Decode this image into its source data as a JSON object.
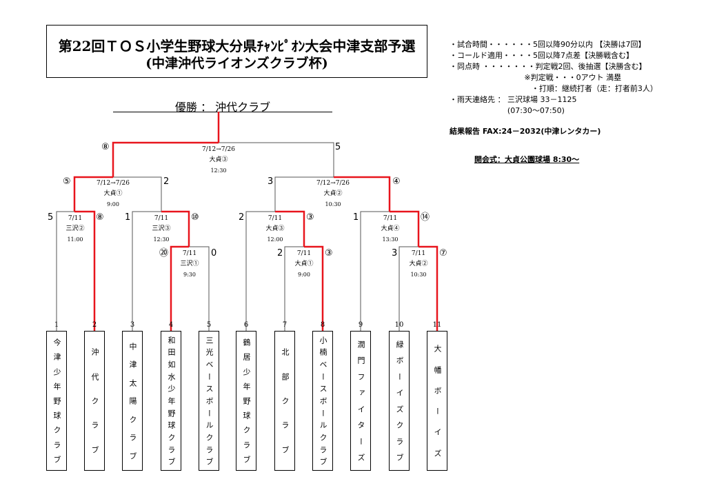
{
  "title": {
    "line1": "第22回ＴＯＳ小学生野球大分県ﾁｬﾝﾋﾟｵﾝ大会中津支部予選",
    "line2": "(中津沖代ライオンズクラブ杯)"
  },
  "rules": [
    "・試合時間・・・・・・5回以降90分以内 【決勝は7回】",
    "・コールド適用・・・・5回以降7点差【決勝戦含む】",
    "・同点時 ・・・・・・・判定戦2回、後抽選【決勝含む】",
    "                               ※判定戦・・・0アウト 満塁",
    "                                  ・打順：継続打者（走：打者前3人）",
    "・雨天連絡先 ： 三沢球場 33－1125",
    "                        (07:30～07:50)"
  ],
  "fax": "結果報告 FAX:24－2032(中津レンタカー)",
  "opening": "開会式：大貞公園球場 8:30～",
  "winner": "優勝 ： 沖代クラブ",
  "games": [
    {
      "id": "final",
      "date": "7/12→7/26",
      "venue": "大貞③",
      "time": "12:30",
      "score_left": "⑧",
      "score_right": "5"
    },
    {
      "id": "sf1",
      "date": "7/12→7/26",
      "venue": "大貞①",
      "time": "9:00",
      "score_left": "⑤",
      "score_right": "2"
    },
    {
      "id": "sf2",
      "date": "7/12→7/26",
      "venue": "大貞②",
      "time": "10:30",
      "score_left": "3",
      "score_right": "④"
    },
    {
      "id": "q1",
      "date": "7/11",
      "venue": "三沢②",
      "time": "11:00",
      "score_left": "5",
      "score_right": "⑧"
    },
    {
      "id": "q2",
      "date": "7/11",
      "venue": "三沢③",
      "time": "12:30",
      "score_left": "1",
      "score_right": "⑩"
    },
    {
      "id": "q3",
      "date": "7/11",
      "venue": "大貞③",
      "time": "12:00",
      "score_left": "2",
      "score_right": "③"
    },
    {
      "id": "q4",
      "date": "7/11",
      "venue": "大貞④",
      "time": "13:30",
      "score_left": "1",
      "score_right": "⑭"
    },
    {
      "id": "r1a",
      "date": "7/11",
      "venue": "三沢①",
      "time": "9:30",
      "score_left": "⑳",
      "score_right": "0"
    },
    {
      "id": "r1b",
      "date": "7/11",
      "venue": "大貞①",
      "time": "9:00",
      "score_left": "2",
      "score_right": "③"
    },
    {
      "id": "r1c",
      "date": "7/11",
      "venue": "大貞②",
      "time": "10:30",
      "score_left": "3",
      "score_right": "⑦"
    }
  ],
  "teams": [
    {
      "num": "1",
      "name": "今津少年野球クラブ"
    },
    {
      "num": "2",
      "name": "沖代クラブ"
    },
    {
      "num": "3",
      "name": "中津太陽クラブ"
    },
    {
      "num": "4",
      "name": "和田如水少年野球クラブ"
    },
    {
      "num": "5",
      "name": "三光ベースボールクラブ"
    },
    {
      "num": "6",
      "name": "鶴居少年野球クラブ"
    },
    {
      "num": "7",
      "name": "北部クラブ"
    },
    {
      "num": "8",
      "name": "小楠ベースボールクラブ"
    },
    {
      "num": "9",
      "name": "潤門ファイターズ"
    },
    {
      "num": "10",
      "name": "緑ボーイズクラブ"
    },
    {
      "num": "11",
      "name": "大幡ボーイズ"
    }
  ],
  "colors": {
    "win": "#e8141c",
    "loss": "#555555",
    "text": "#000000"
  }
}
